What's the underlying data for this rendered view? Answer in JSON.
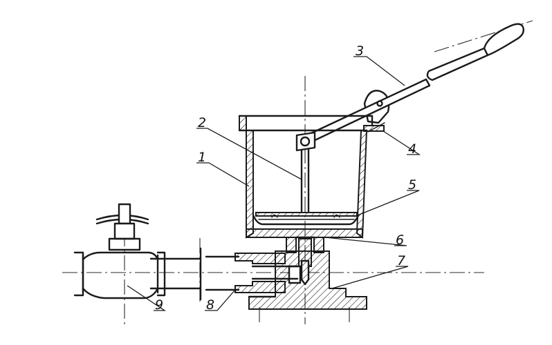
{
  "callouts": [
    {
      "id": "1",
      "label": "1"
    },
    {
      "id": "2",
      "label": "2"
    },
    {
      "id": "3",
      "label": "3"
    },
    {
      "id": "4",
      "label": "4"
    },
    {
      "id": "5",
      "label": "5"
    },
    {
      "id": "6",
      "label": "6"
    },
    {
      "id": "7",
      "label": "7"
    },
    {
      "id": "8",
      "label": "8"
    },
    {
      "id": "9",
      "label": "9"
    }
  ],
  "colors": {
    "ink": "#1a1a1a",
    "paper": "#ffffff"
  }
}
